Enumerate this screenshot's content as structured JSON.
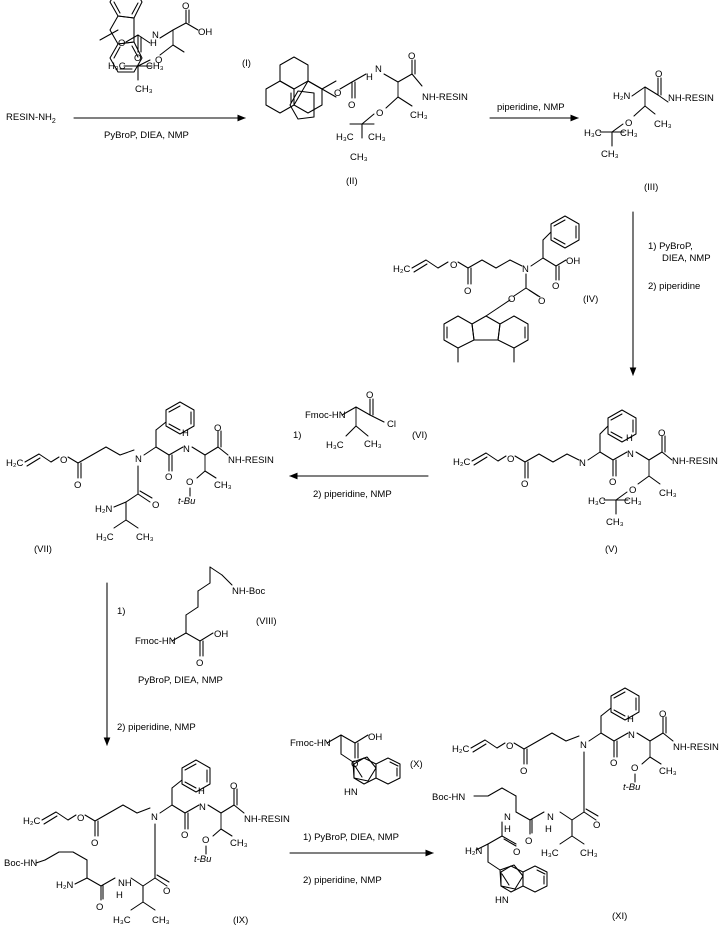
{
  "compounds": {
    "I": "(I)",
    "II": "(II)",
    "III": "(III)",
    "IV": "(IV)",
    "V": "(V)",
    "VI": "(VI)",
    "VII": "(VII)",
    "VIII": "(VIII)",
    "IX": "(IX)",
    "X": "(X)",
    "XI": "(XI)"
  },
  "atoms": {
    "resin_nh2": "RESIN-NH",
    "nh2_sub": "2",
    "nh_resin": "NH-RESIN",
    "o": "O",
    "oh": "OH",
    "h": "H",
    "n": "N",
    "nh": "NH",
    "hn": "HN",
    "h2n": "H₂N",
    "h3c": "H₃C",
    "ch3": "CH₃",
    "h2c": "H₂C",
    "cl": "Cl",
    "tbu": "t-Bu",
    "fmoc_hn": "Fmoc-HN",
    "nh_boc": "NH-Boc",
    "boc_hn": "Boc-HN"
  },
  "steps": {
    "s1": "PyBroP, DIEA, NMP",
    "s2": "piperidine, NMP",
    "s3_1": "1)  PyBroP,",
    "s3_1b": "DIEA, NMP",
    "s3_2": "2)  piperidine",
    "s4_1": "1)",
    "s4_2": "2)  piperidine, NMP",
    "s5_1": "1)",
    "s5_mid": "PyBroP, DIEA, NMP",
    "s5_2": "2)  piperidine, NMP",
    "s6_1": "1)  PyBroP, DIEA, NMP",
    "s6_2": "2)  piperidine, NMP"
  }
}
